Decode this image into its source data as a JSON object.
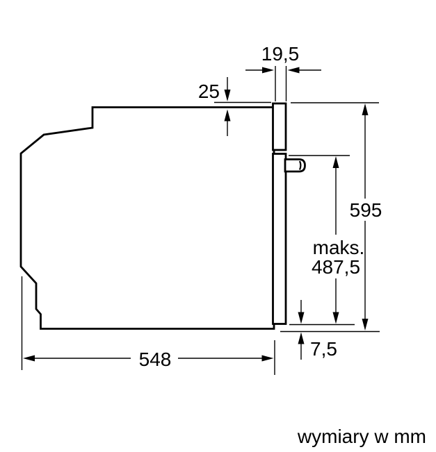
{
  "diagram": {
    "kind": "appliance-installation-drawing",
    "labels": {
      "front_panel_thickness": "19,5",
      "top_gap": "25",
      "total_height": "595",
      "max_prefix": "maks.",
      "max_value": "487,5",
      "bottom_overhang": "7,5",
      "body_depth": "548"
    },
    "footer": {
      "units_note": "wymiary w mm"
    },
    "colors": {
      "line": "#000000",
      "background": "#ffffff"
    }
  }
}
